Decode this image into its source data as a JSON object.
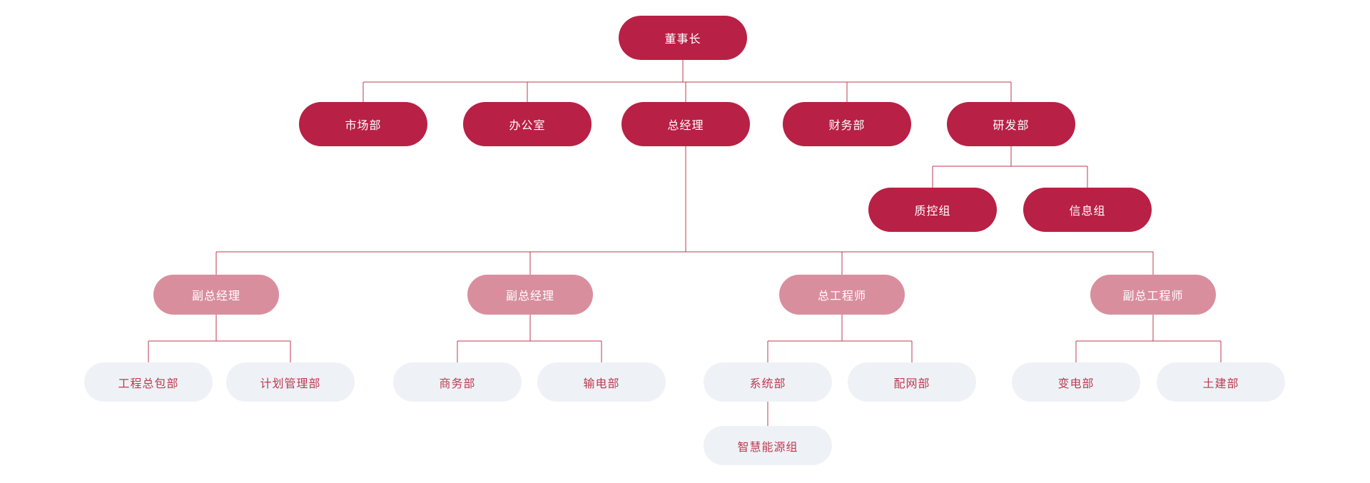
{
  "page": {
    "background": "#ffffff"
  },
  "palette": {
    "primary_node": "#b92045",
    "secondary_node": "#d98e9e",
    "leaf_node": "#eef2f6",
    "leaf_text": "#c0394f",
    "node_text": "#ffffff",
    "connector_line": "#c23a52"
  },
  "org_chart": {
    "type": "organization-tree",
    "nodes": {
      "chairman": {
        "label": "董事长",
        "style": "primary"
      },
      "marketing_dept": {
        "label": "市场部",
        "style": "primary"
      },
      "office": {
        "label": "办公室",
        "style": "primary"
      },
      "general_manager": {
        "label": "总经理",
        "style": "primary"
      },
      "finance_dept": {
        "label": "财务部",
        "style": "primary"
      },
      "rnd_dept": {
        "label": "研发部",
        "style": "primary"
      },
      "qc_group": {
        "label": "质控组",
        "style": "primary"
      },
      "info_group": {
        "label": "信息组",
        "style": "primary"
      },
      "deputy_gm_1": {
        "label": "副总经理",
        "style": "secondary"
      },
      "deputy_gm_2": {
        "label": "副总经理",
        "style": "secondary"
      },
      "chief_engineer": {
        "label": "总工程师",
        "style": "secondary"
      },
      "deputy_chief_engineer": {
        "label": "副总工程师",
        "style": "secondary"
      },
      "epc_dept": {
        "label": "工程总包部",
        "style": "leaf"
      },
      "planning_dept": {
        "label": "计划管理部",
        "style": "leaf"
      },
      "commerce_dept": {
        "label": "商务部",
        "style": "leaf"
      },
      "transmission_dept": {
        "label": "输电部",
        "style": "leaf"
      },
      "systems_dept": {
        "label": "系统部",
        "style": "leaf"
      },
      "distribution_dept": {
        "label": "配网部",
        "style": "leaf"
      },
      "substation_dept": {
        "label": "变电部",
        "style": "leaf"
      },
      "civil_dept": {
        "label": "土建部",
        "style": "leaf"
      },
      "smart_energy_group": {
        "label": "智慧能源组",
        "style": "leaf"
      }
    },
    "hierarchy": [
      {
        "parent": "chairman",
        "children": [
          "marketing_dept",
          "office",
          "general_manager",
          "finance_dept",
          "rnd_dept"
        ]
      },
      {
        "parent": "rnd_dept",
        "children": [
          "qc_group",
          "info_group"
        ]
      },
      {
        "parent": "general_manager",
        "children": [
          "deputy_gm_1",
          "deputy_gm_2",
          "chief_engineer",
          "deputy_chief_engineer"
        ]
      },
      {
        "parent": "deputy_gm_1",
        "children": [
          "epc_dept",
          "planning_dept"
        ]
      },
      {
        "parent": "deputy_gm_2",
        "children": [
          "commerce_dept",
          "transmission_dept"
        ]
      },
      {
        "parent": "chief_engineer",
        "children": [
          "systems_dept",
          "distribution_dept"
        ]
      },
      {
        "parent": "deputy_chief_engineer",
        "children": [
          "substation_dept",
          "civil_dept"
        ]
      },
      {
        "parent": "systems_dept",
        "children": [
          "smart_energy_group"
        ]
      }
    ]
  }
}
